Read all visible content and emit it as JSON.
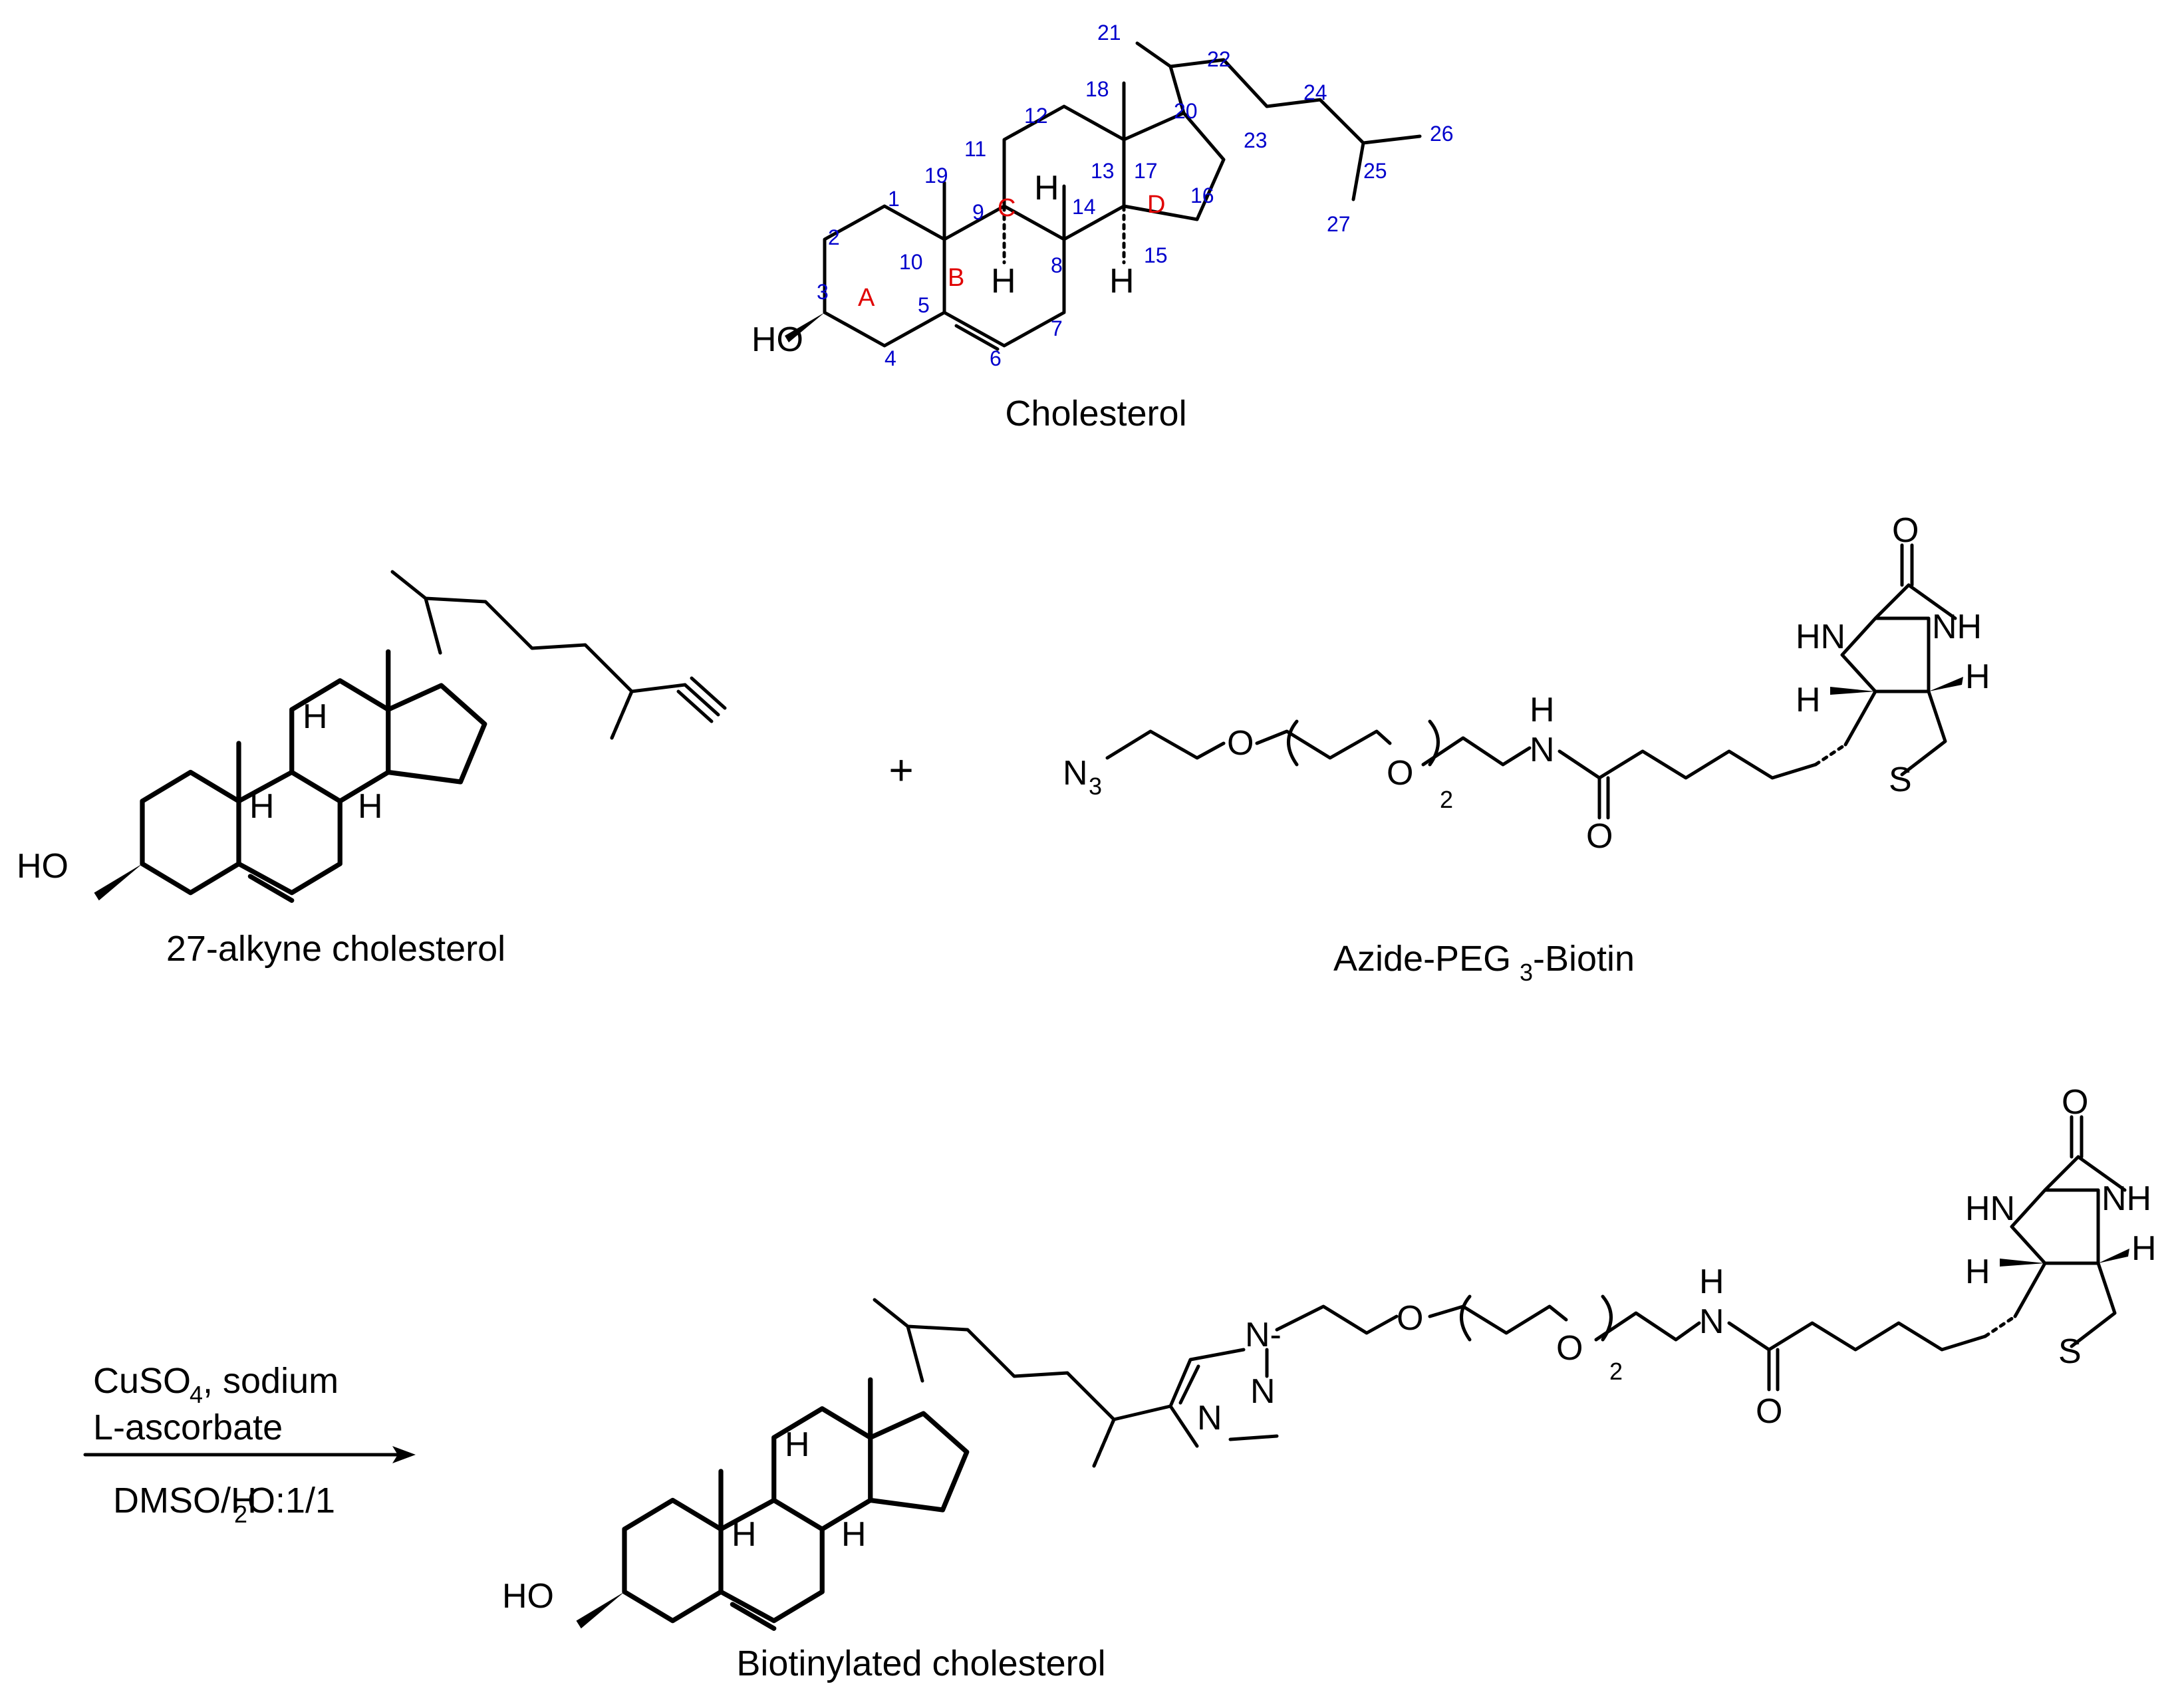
{
  "labels": {
    "cholesterol": "Cholesterol",
    "alkyne": "27-alkyne cholesterol",
    "azide_prefix": "Azide-PEG",
    "azide_sub": "3",
    "azide_suffix": "-Biotin",
    "product": "Biotinylated cholesterol",
    "plus": "+"
  },
  "conditions": {
    "line1_a": "CuSO",
    "line1_sub": "4",
    "line1_b": ", sodium",
    "line2": "L-ascorbate",
    "line3_a": "DMSO/H",
    "line3_sub": "2",
    "line3_b": "O:1/1"
  },
  "atoms": {
    "ho": "HO",
    "h": "H",
    "o": "O",
    "s": "S",
    "n": "N",
    "nh": "NH",
    "hn": "HN",
    "n3": "N",
    "n3_sub": "3",
    "rep": "2",
    "nn": "N",
    "n_dash": "N-"
  },
  "ring_letters": [
    "A",
    "B",
    "C",
    "D"
  ],
  "carbon_numbers": [
    "1",
    "2",
    "3",
    "4",
    "5",
    "6",
    "7",
    "8",
    "9",
    "10",
    "11",
    "12",
    "13",
    "14",
    "15",
    "16",
    "17",
    "18",
    "19",
    "20",
    "21",
    "22",
    "23",
    "24",
    "25",
    "26",
    "27"
  ],
  "colors": {
    "numbering": "#0000cc",
    "ring_letter": "#e00000",
    "structure": "#000000"
  }
}
